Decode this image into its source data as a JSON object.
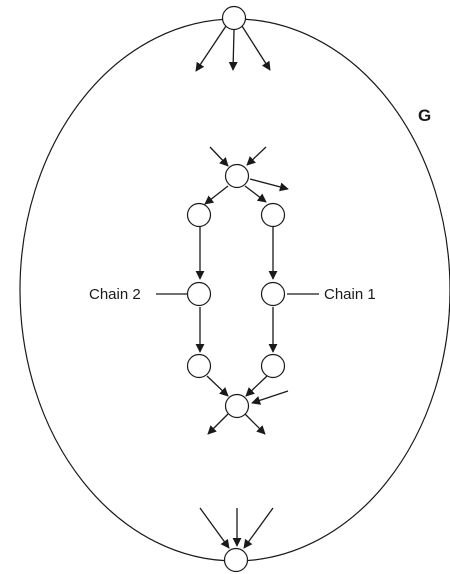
{
  "diagram": {
    "graph_label": "G",
    "chain_1_label": "Chain 1",
    "chain_2_label": "Chain 2",
    "colors": {
      "stroke": "#1a1a1a",
      "node_fill": "#ffffff",
      "background": "#ffffff"
    }
  }
}
